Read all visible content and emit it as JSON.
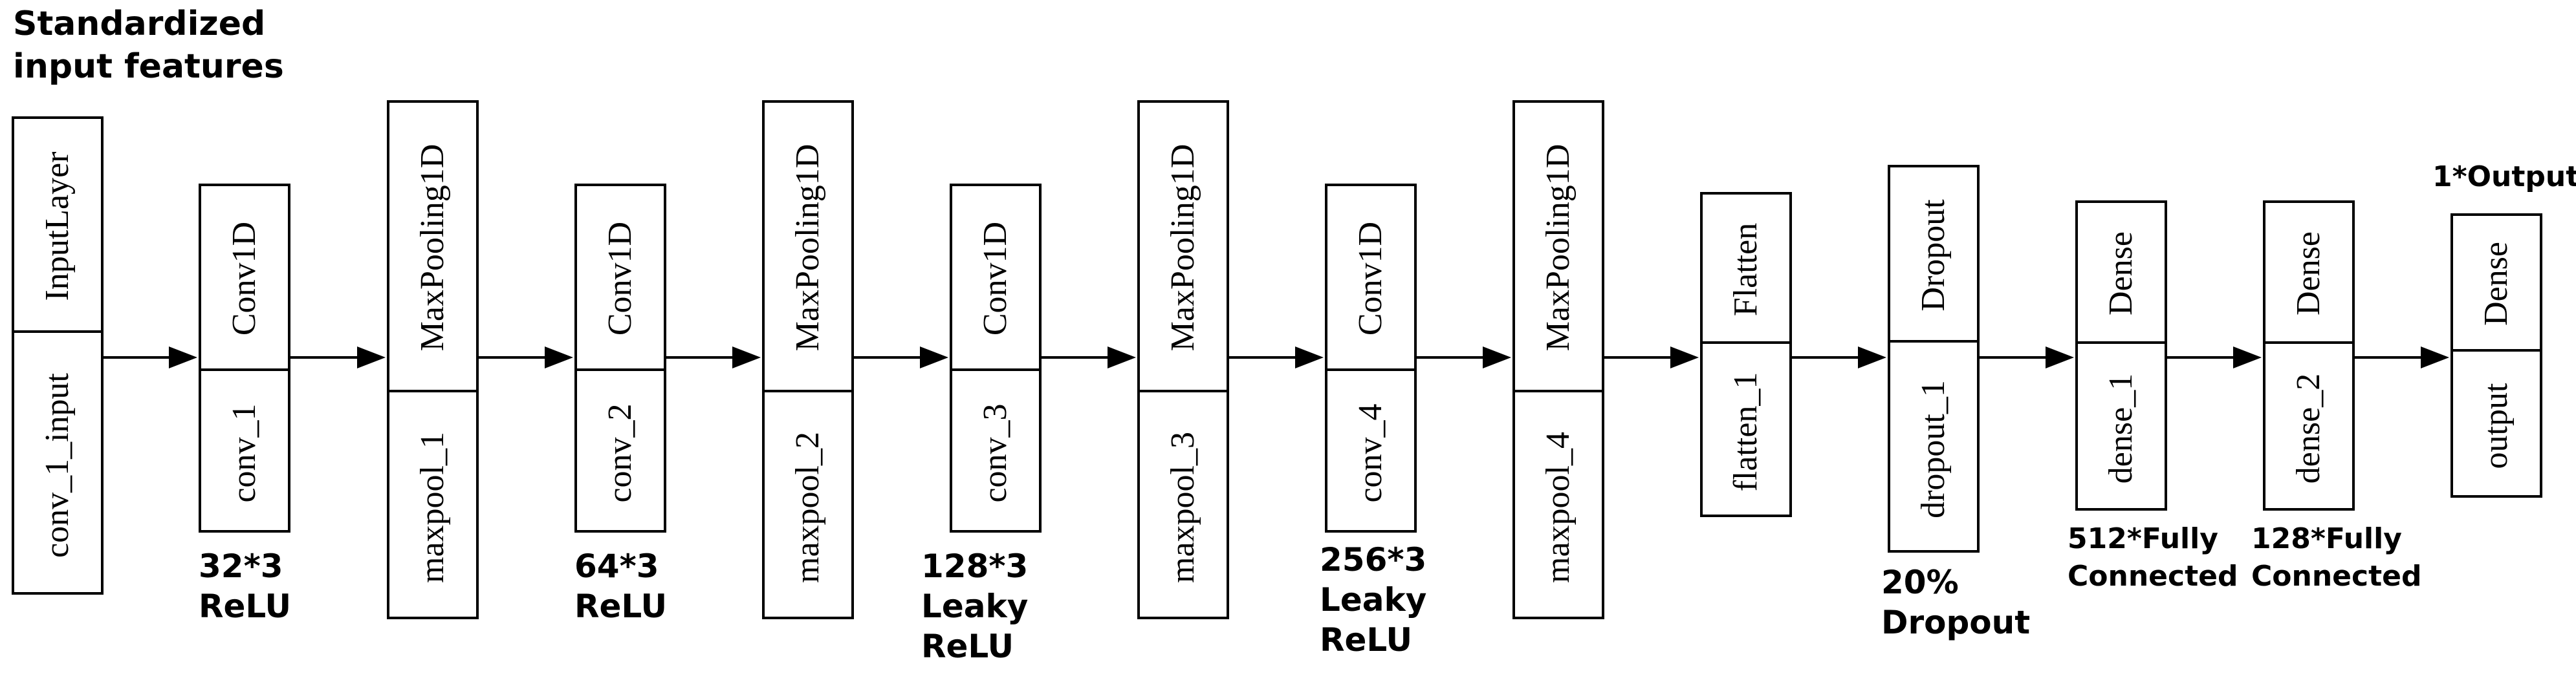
{
  "input_caption": [
    "Standardized",
    "input features"
  ],
  "output_caption": [
    "1*Output"
  ],
  "layers": [
    {
      "type": "InputLayer",
      "name": "conv_1_input",
      "annotation": []
    },
    {
      "type": "Conv1D",
      "name": "conv_1",
      "annotation": [
        "32*3",
        "ReLU"
      ]
    },
    {
      "type": "MaxPooling1D",
      "name": "maxpool_1",
      "annotation": []
    },
    {
      "type": "Conv1D",
      "name": "conv_2",
      "annotation": [
        "64*3",
        "ReLU"
      ]
    },
    {
      "type": "MaxPooling1D",
      "name": "maxpool_2",
      "annotation": []
    },
    {
      "type": "Conv1D",
      "name": "conv_3",
      "annotation": [
        "128*3",
        "Leaky",
        "ReLU"
      ]
    },
    {
      "type": "MaxPooling1D",
      "name": "maxpool_3",
      "annotation": []
    },
    {
      "type": "Conv1D",
      "name": "conv_4",
      "annotation": [
        "256*3",
        "Leaky",
        "ReLU"
      ]
    },
    {
      "type": "MaxPooling1D",
      "name": "maxpool_4",
      "annotation": []
    },
    {
      "type": "Flatten",
      "name": "flatten_1",
      "annotation": []
    },
    {
      "type": "Dropout",
      "name": "dropout_1",
      "annotation": [
        "20%",
        "Dropout"
      ]
    },
    {
      "type": "Dense",
      "name": "dense_1",
      "annotation": [
        "512*Fully",
        "Connected"
      ]
    },
    {
      "type": "Dense",
      "name": "dense_2",
      "annotation": [
        "128*Fully",
        "Connected"
      ]
    },
    {
      "type": "Dense",
      "name": "output",
      "annotation": []
    }
  ]
}
